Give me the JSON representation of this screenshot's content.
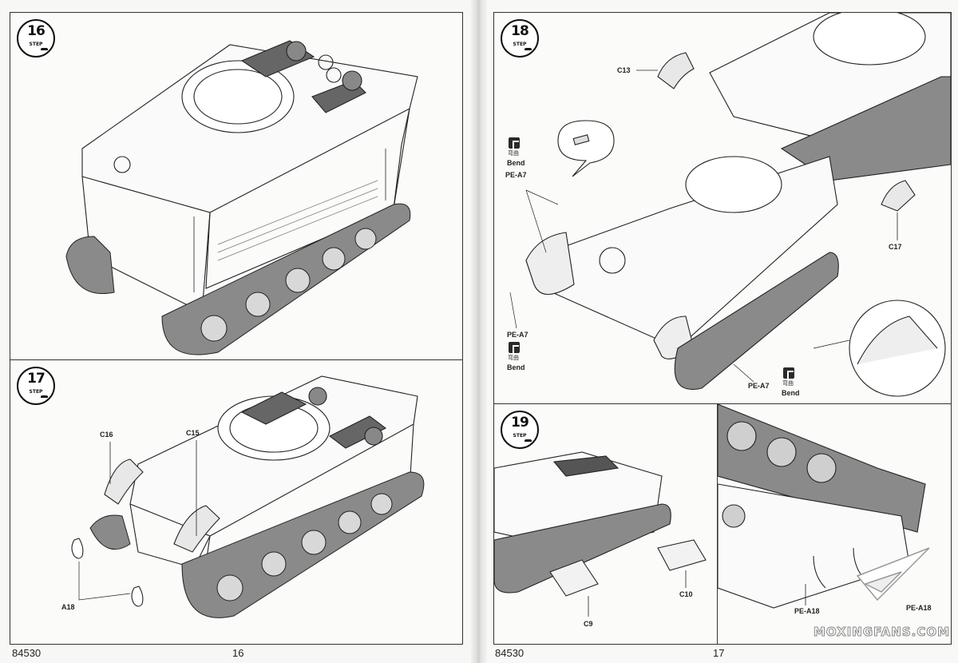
{
  "document": {
    "kit_code": "84530",
    "pages": [
      {
        "number": "16",
        "side": "left"
      },
      {
        "number": "17",
        "side": "right"
      }
    ]
  },
  "steps": {
    "s16": {
      "number": "16",
      "word": "STEP"
    },
    "s17": {
      "number": "17",
      "word": "STEP",
      "parts": {
        "c16": "C16",
        "c15": "C15",
        "a18": "A18"
      }
    },
    "s18": {
      "number": "18",
      "word": "STEP",
      "parts": {
        "c13": "C13",
        "c17": "C17",
        "pe_a7_top": "PE-A7",
        "pe_a7_bottom": "PE-A7",
        "pe_a7_right": "PE-A7"
      },
      "bend_notes": [
        {
          "zh": "弯曲",
          "en": "Bend"
        },
        {
          "zh": "弯曲",
          "en": "Bend"
        },
        {
          "zh": "弯曲",
          "en": "Bend"
        }
      ]
    },
    "s19": {
      "number": "19",
      "word": "STEP",
      "parts": {
        "c9": "C9",
        "c10": "C10",
        "pe_a18_left": "PE-A18",
        "pe_a18_right": "PE-A18"
      }
    }
  },
  "watermark": {
    "text": "MOXINGFANS.COM"
  },
  "colors": {
    "ink": "#1a1a1a",
    "paper": "#f8f8f6",
    "hatch": "#555555"
  }
}
